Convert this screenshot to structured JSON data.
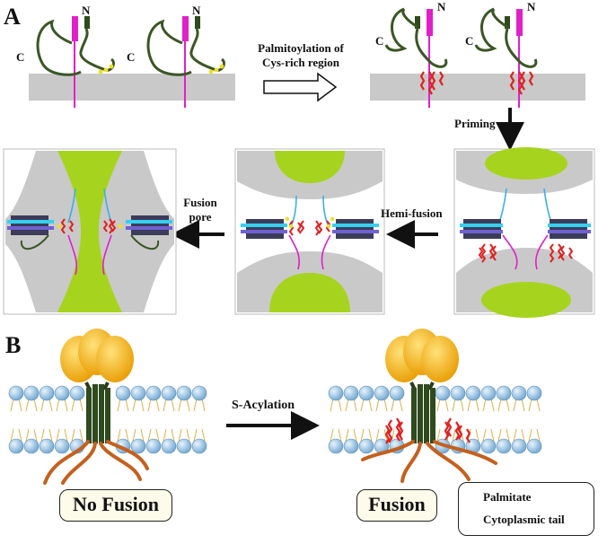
{
  "panel_a": {
    "letter": "A",
    "top_left": {
      "n_label_1": "N",
      "c_label_1": "C",
      "n_label_2": "N",
      "c_label_2": "C"
    },
    "top_right": {
      "n_label_1": "N",
      "c_label_1": "C",
      "n_label_2": "N",
      "c_label_2": "C"
    },
    "step_palmitoylation": "Palmitoylation of\nCys-rich region",
    "step_priming": "Priming",
    "step_hemifusion": "Hemi-fusion",
    "step_fusion_pore": "Fusion\npore"
  },
  "panel_b": {
    "letter": "B",
    "step_acylation": "S-Acylation",
    "label_no_fusion": "No Fusion",
    "label_fusion": "Fusion",
    "legend": {
      "palmitate": "Palmitate",
      "cytoplasmic_tail": "Cytoplasmic tail"
    }
  },
  "colors": {
    "membrane_gray": "#c9c9c9",
    "vesicle_green": "#a6d41e",
    "protein_magenta": "#e020c8",
    "protein_dark_green": "#2e4a1e",
    "palmitate_red": "#e02020",
    "tail_brown": "#c4601e",
    "head_yellow": "#f5b400",
    "lipid_blue": "#a9d3f2"
  }
}
